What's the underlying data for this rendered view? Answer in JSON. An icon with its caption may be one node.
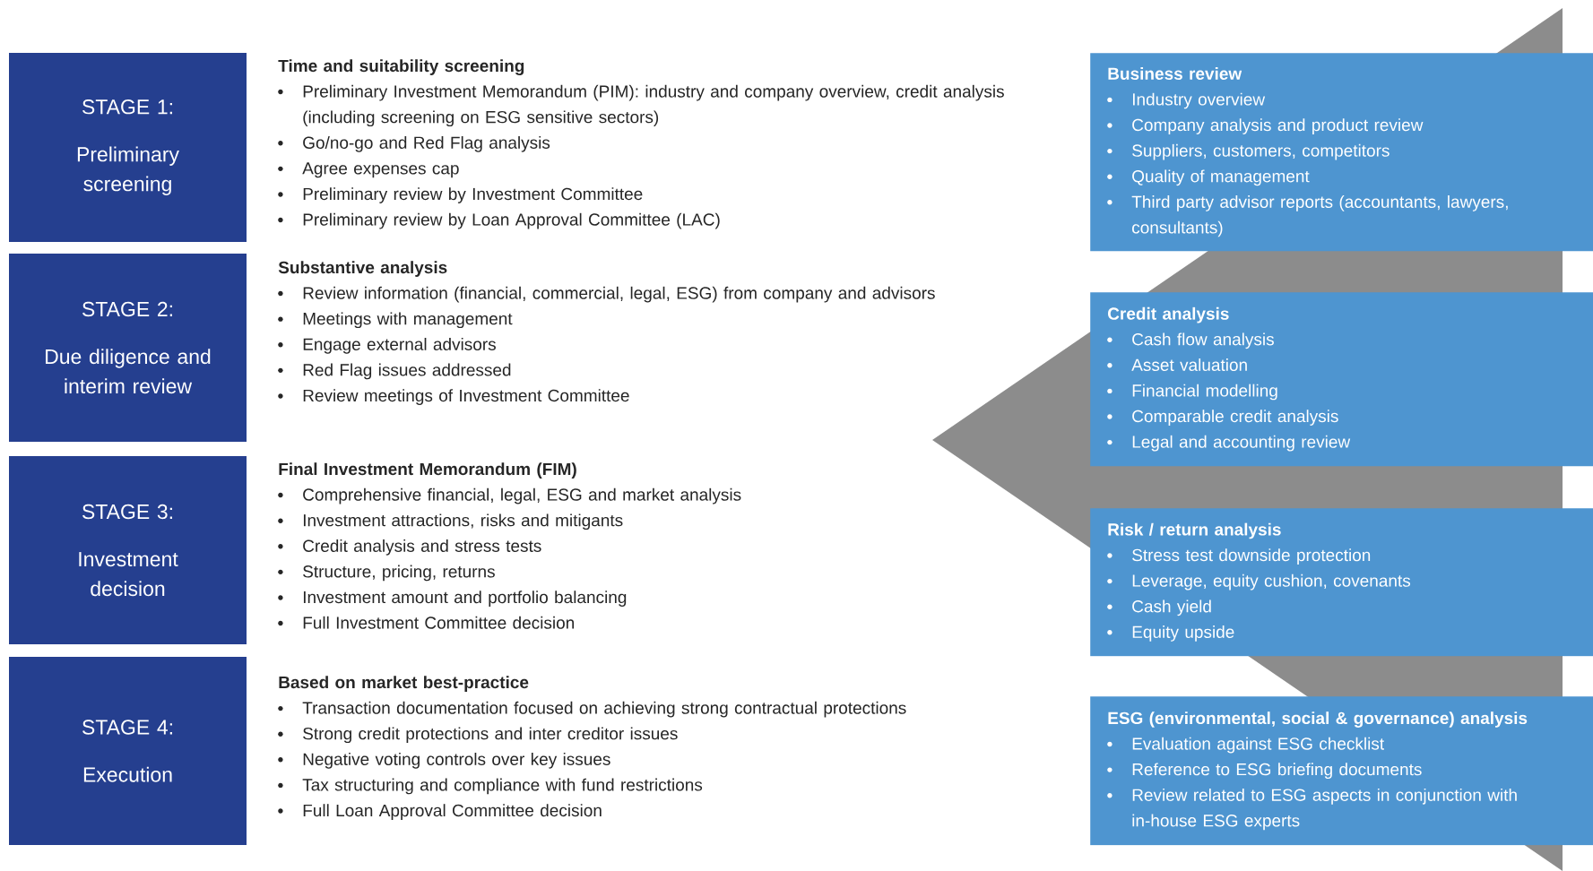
{
  "diagram": {
    "nodes": [
      {
        "text": [
          "STAGE 1:",
          "Preliminary screening"
        ]
      },
      {
        "text": [
          "STAGE 2:",
          "Due diligence and interim review"
        ]
      },
      {
        "text": [
          "STAGE 3:",
          "Investment decision"
        ]
      },
      {
        "text": [
          "STAGE 4:",
          "Execution"
        ]
      },
      {
        "text": [
          "Business review",
          "Industry overview",
          "Company analysis and product review",
          "Suppliers, customers, competitors",
          "Quality of management",
          "Third party advisor reports (accountants, lawyers, consultants)"
        ]
      },
      {
        "text": [
          "Credit analysis",
          "Cash flow analysis",
          "Asset valuation",
          "Financial modelling",
          "Comparable credit analysis",
          "Legal and accounting review"
        ]
      },
      {
        "text": [
          "Risk / return analysis",
          "Stress test downside protection",
          "Leverage, equity cushion, covenants",
          "Cash yield",
          "Equity upside"
        ]
      },
      {
        "text": [
          "ESG (environmental, social & governance) analysis",
          "Evaluation against ESG checklist",
          "Reference to ESG briefing documents",
          "Review related to ESG aspects in conjunction with in-house ESG experts"
        ]
      }
    ],
    "labels": [
      "Time and suitability screening",
      "Preliminary Investment Memorandum (PIM): industry and company overview, credit analysis (including screening on ESG sensitive sectors)",
      "Go/no-go and Red Flag analysis",
      "Agree expenses cap",
      "Preliminary review by Investment Committee",
      "Preliminary review by Loan Approval Committee (LAC)",
      "Substantive analysis",
      "Review information (financial, commercial, legal, ESG) from company and advisors",
      "Meetings with management",
      "Engage external advisors",
      "Red Flag issues addressed",
      "Review meetings of Investment Committee",
      "Final Investment Memorandum (FIM)",
      "Comprehensive financial, legal, ESG and market analysis",
      "Investment attractions, risks and mitigants",
      "Credit analysis and stress tests",
      "Structure, pricing, returns",
      "Investment amount and portfolio balancing",
      "Full Investment Committee decision",
      "Based on market best-practice",
      "Transaction documentation focused on achieving strong contractual protections",
      "Strong credit protections and inter creditor issues",
      "Negative voting controls over key issues",
      "Tax structuring and compliance with fund restrictions",
      "Full Loan Approval Committee decision"
    ]
  }
}
